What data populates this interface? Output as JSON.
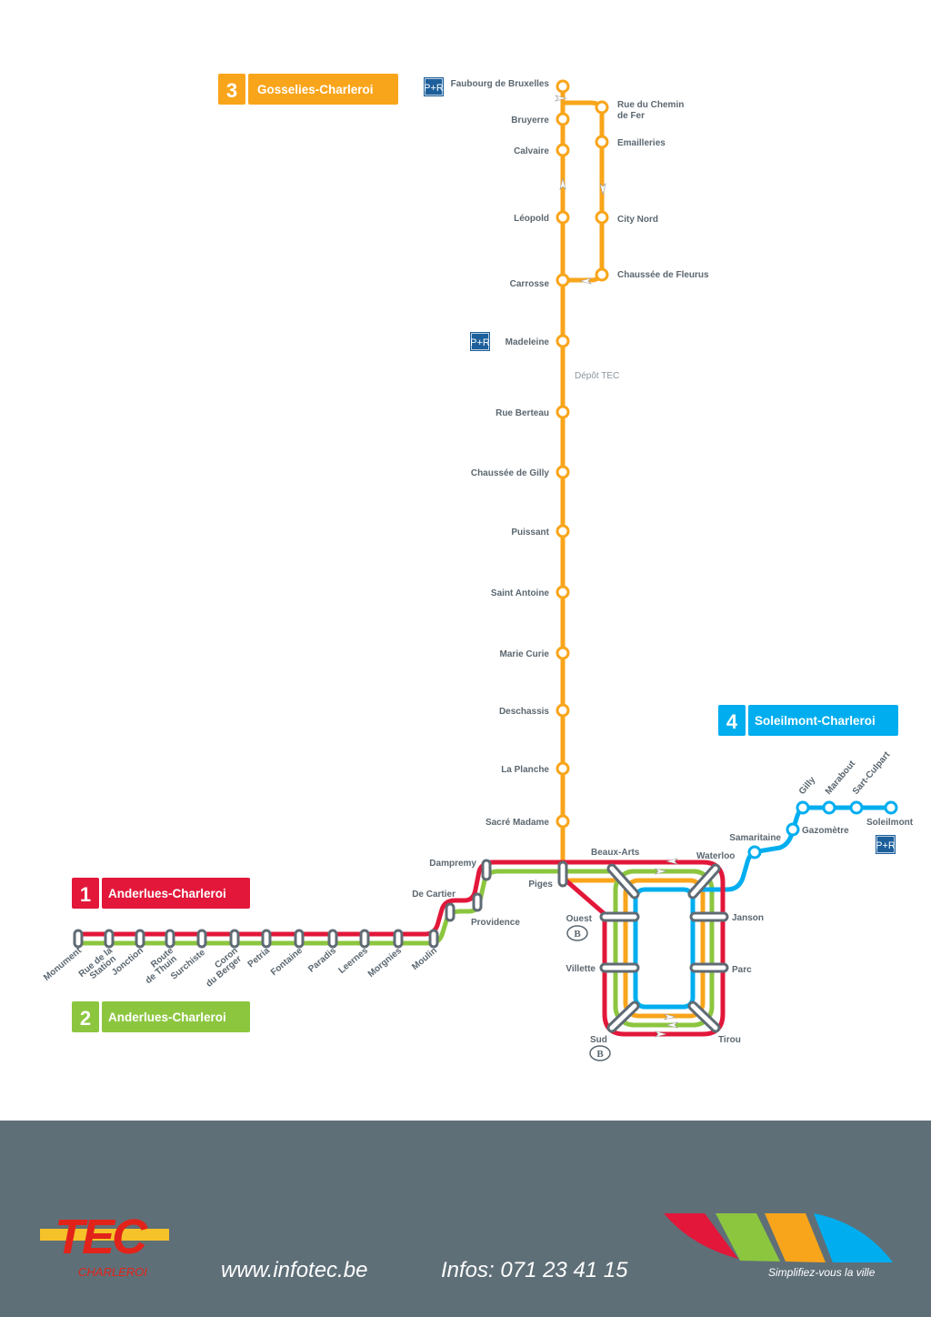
{
  "colors": {
    "line1": "#e2173a",
    "line2": "#8cc63f",
    "line3": "#f9a51b",
    "line4": "#00aeef",
    "station": "#5f6b74",
    "footer": "#5f6f78"
  },
  "lines": [
    {
      "number": "1",
      "name": "Anderlues-Charleroi"
    },
    {
      "number": "2",
      "name": "Anderlues-Charleroi"
    },
    {
      "number": "3",
      "name": "Gosselies-Charleroi"
    },
    {
      "number": "4",
      "name": "Soleilmont-Charleroi"
    }
  ],
  "line3_stations": [
    "Faubourg de Bruxelles",
    "Bruyerre",
    "Calvaire",
    "Léopold",
    "Carrosse",
    "Madeleine",
    "Rue Berteau",
    "Chaussée de Gilly",
    "Puissant",
    "Saint Antoine",
    "Marie Curie",
    "Deschassis",
    "La Planche",
    "Sacré Madame"
  ],
  "line3_loop_stations": [
    "Rue du Chemin",
    "de Fer",
    "Emailleries",
    "City Nord",
    "Chaussée de Fleurus"
  ],
  "depot": "Dépôt TEC",
  "west_stations": [
    "Monument",
    "Rue de la",
    "Station",
    "Jonction",
    "Route",
    "de Thuin",
    "Surchiste",
    "Coron",
    "du Berger",
    "Petria",
    "Fontaine",
    "Paradis",
    "Leernes",
    "Morgnies",
    "Moulin"
  ],
  "approach_stations": [
    "De Cartier",
    "Providence",
    "Dampremy",
    "Piges"
  ],
  "loop_stations": [
    "Beaux-Arts",
    "Waterloo",
    "Ouest",
    "Villette",
    "Janson",
    "Parc",
    "Sud",
    "Tirou"
  ],
  "line4_stations": [
    "Samaritaine",
    "Gazomètre",
    "Gilly",
    "Marabout",
    "Sart-Culpart",
    "Soleilmont"
  ],
  "park_ride": "P+R",
  "rail_badge": "B",
  "footer": {
    "logo_main": "TEC",
    "logo_sub": "CHARLEROI",
    "website": "www.infotec.be",
    "phone": "Infos: 071 23 41 15",
    "slogan": "Simplifiez-vous la ville"
  }
}
